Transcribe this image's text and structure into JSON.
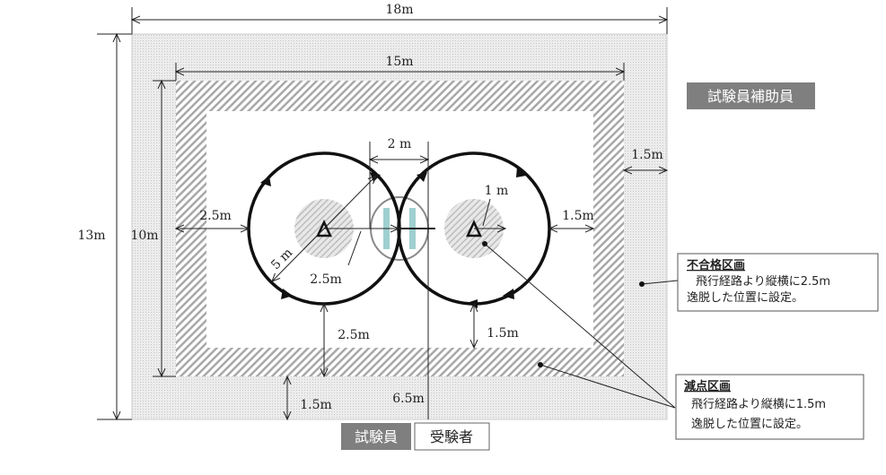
{
  "dimensions": {
    "outer_width": "18m",
    "hatch_width": "15m",
    "outer_height": "13m",
    "hatch_height": "10m",
    "center_gap": "2 m",
    "left_margin": "2.5m",
    "right_margin": "1.5m",
    "right_outer_margin": "1.5m",
    "bottom_left_margin": "2.5m",
    "bottom_right_margin": "1.5m",
    "bottom_outer_margin": "1.5m",
    "circle_diameter": "5 m",
    "circle_radius": "2.5m",
    "target_radius": "1 m",
    "examinee_distance": "6.5m"
  },
  "labels": {
    "assistant_examiner": "試験員補助員",
    "examiner": "試験員",
    "examinee": "受験者"
  },
  "callouts": {
    "fail_zone": {
      "title": "不合格区画",
      "line1": "飛行経路より縦横に2.5m",
      "line2": "逸脱した位置に設定。"
    },
    "deduction_zone": {
      "title": "減点区画",
      "line1": "飛行経路より縦横に1.5m",
      "line2": "逸脱した位置に設定。"
    }
  },
  "colors": {
    "outer_zone": "#e4e4e4",
    "hatch": "#9a9a9a",
    "helipad": "#9fcfcf",
    "label_box": "#7f7f7f"
  }
}
